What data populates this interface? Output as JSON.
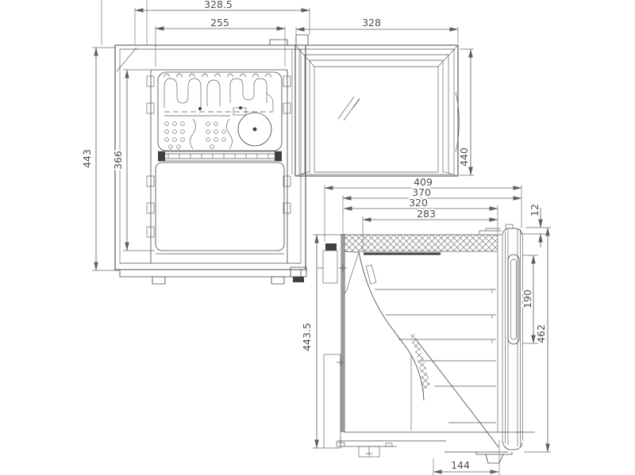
{
  "drawing": {
    "type": "technical dimension drawing of a compact glass-door refrigerator",
    "views": {
      "front": "front elevation, door removed, evaporator plate and wire shelf visible",
      "door": "glass door elevation shown open to the right",
      "side": "cross-section side view with insulation hatching"
    },
    "dims": {
      "front": {
        "overall_width": "328.5",
        "inner_width": "255",
        "overall_height": "443",
        "inner_height": "366"
      },
      "door": {
        "width": "328",
        "height": "440"
      },
      "side": {
        "overall_depth": "409",
        "depth_370": "370",
        "depth_320": "320",
        "depth_283": "283",
        "door_top_offset": "12",
        "overall_height": "443.5",
        "handle_recess": "190",
        "door_height": "462",
        "foot_setback": "144"
      }
    },
    "colors": {
      "line": "#4a4a4a",
      "dim_line": "#606060",
      "back_panel_gray": "#9a9a9a",
      "background": "#ffffff"
    }
  }
}
